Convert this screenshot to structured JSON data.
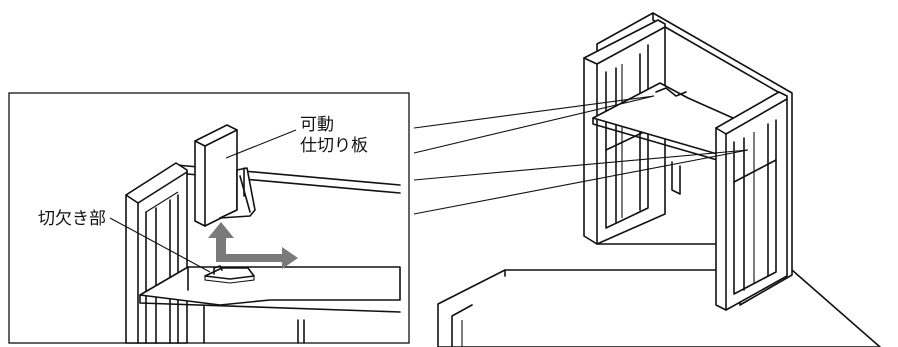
{
  "labels": {
    "movable_partition_line1": "可動",
    "movable_partition_line2": "仕切り板",
    "notch": "切欠き部"
  },
  "colors": {
    "line": "#111111",
    "arrow": "#7a7a7a",
    "background": "#ffffff"
  }
}
